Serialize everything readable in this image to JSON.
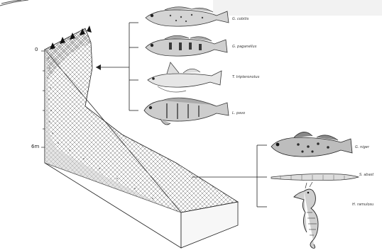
{
  "depth_scale": {
    "top_label": "0",
    "mid_label": "6m"
  },
  "upper_group": [
    {
      "name": "G. cobitis",
      "icon": "goby-fish-icon"
    },
    {
      "name": "G. paganellus",
      "icon": "goby-fish-icon"
    },
    {
      "name": "T. tripteronotus",
      "icon": "triplefin-fish-icon"
    },
    {
      "name": "L. pavo",
      "icon": "blenny-fish-icon"
    }
  ],
  "lower_group": [
    {
      "name": "G. niger",
      "icon": "goby-fish-icon"
    },
    {
      "name": "S. abast",
      "icon": "pipefish-icon"
    },
    {
      "name": "H. ramulosu",
      "icon": "seahorse-icon"
    }
  ],
  "colors": {
    "ink": "#222222",
    "hatch": "#666666",
    "fish_fill": "#cfcfcf",
    "fish_dark": "#3a3a3a"
  }
}
